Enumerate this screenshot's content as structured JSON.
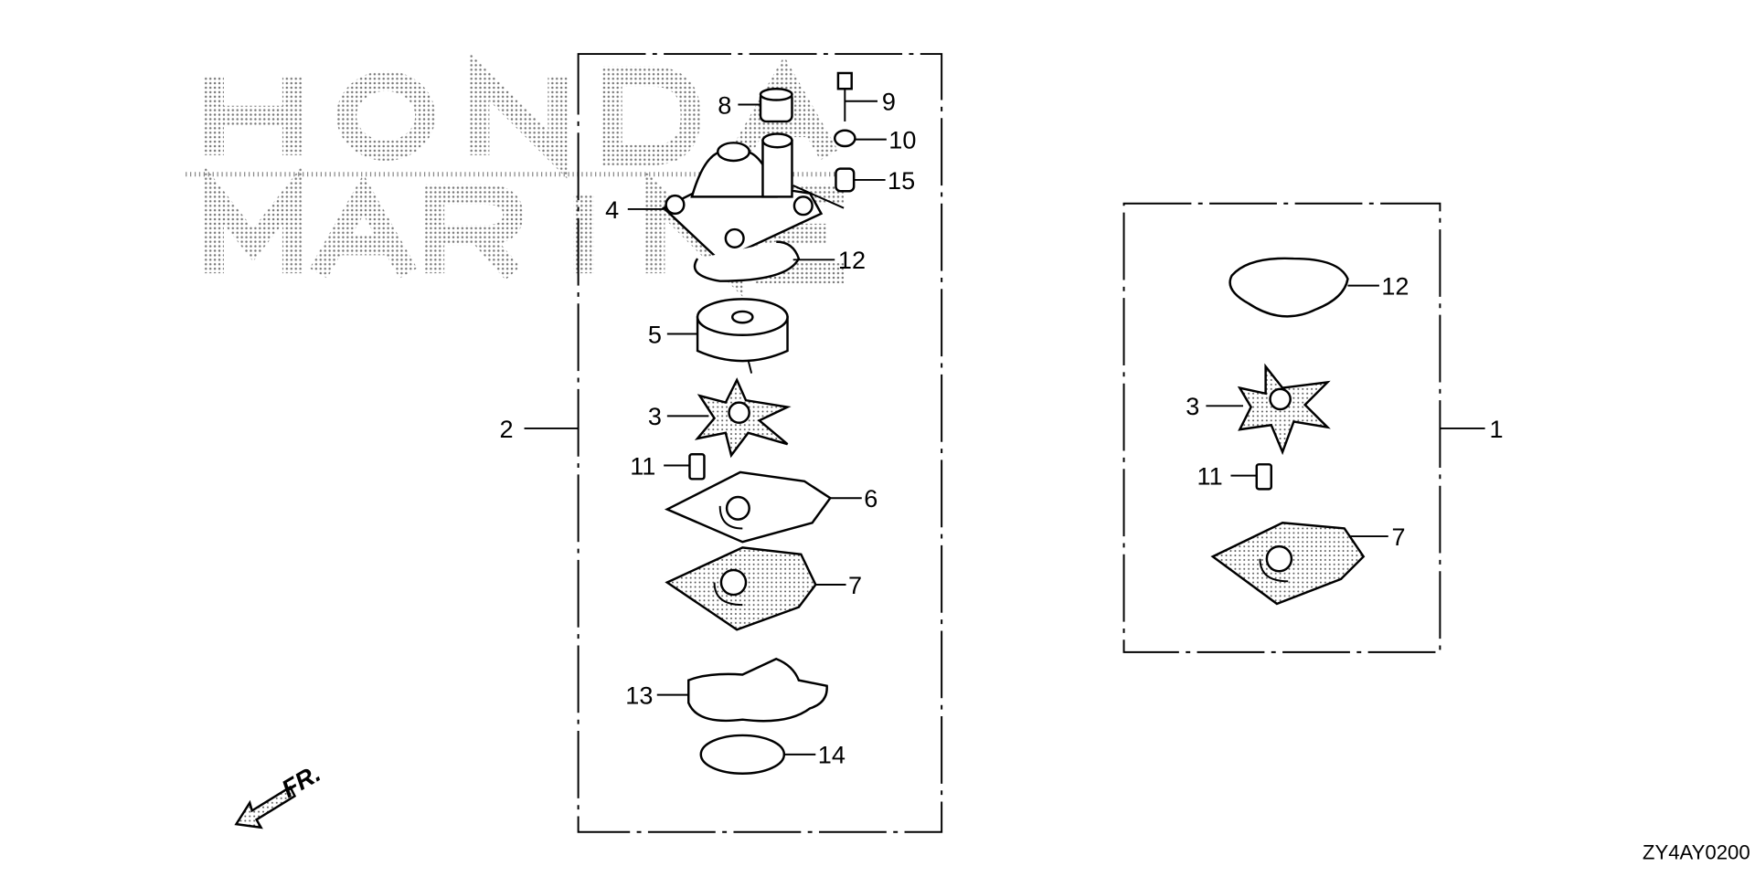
{
  "watermark": {
    "line1": "HONDA",
    "line2": "MARINE"
  },
  "diagram_code": "ZY4AY0200",
  "direction_label": "FR.",
  "kit_2": {
    "label": "2",
    "callouts": [
      "8",
      "9",
      "10",
      "15",
      "4",
      "12",
      "5",
      "3",
      "11",
      "6",
      "7",
      "13",
      "14"
    ]
  },
  "kit_1": {
    "label": "1",
    "callouts": [
      "12",
      "3",
      "11",
      "7"
    ]
  }
}
